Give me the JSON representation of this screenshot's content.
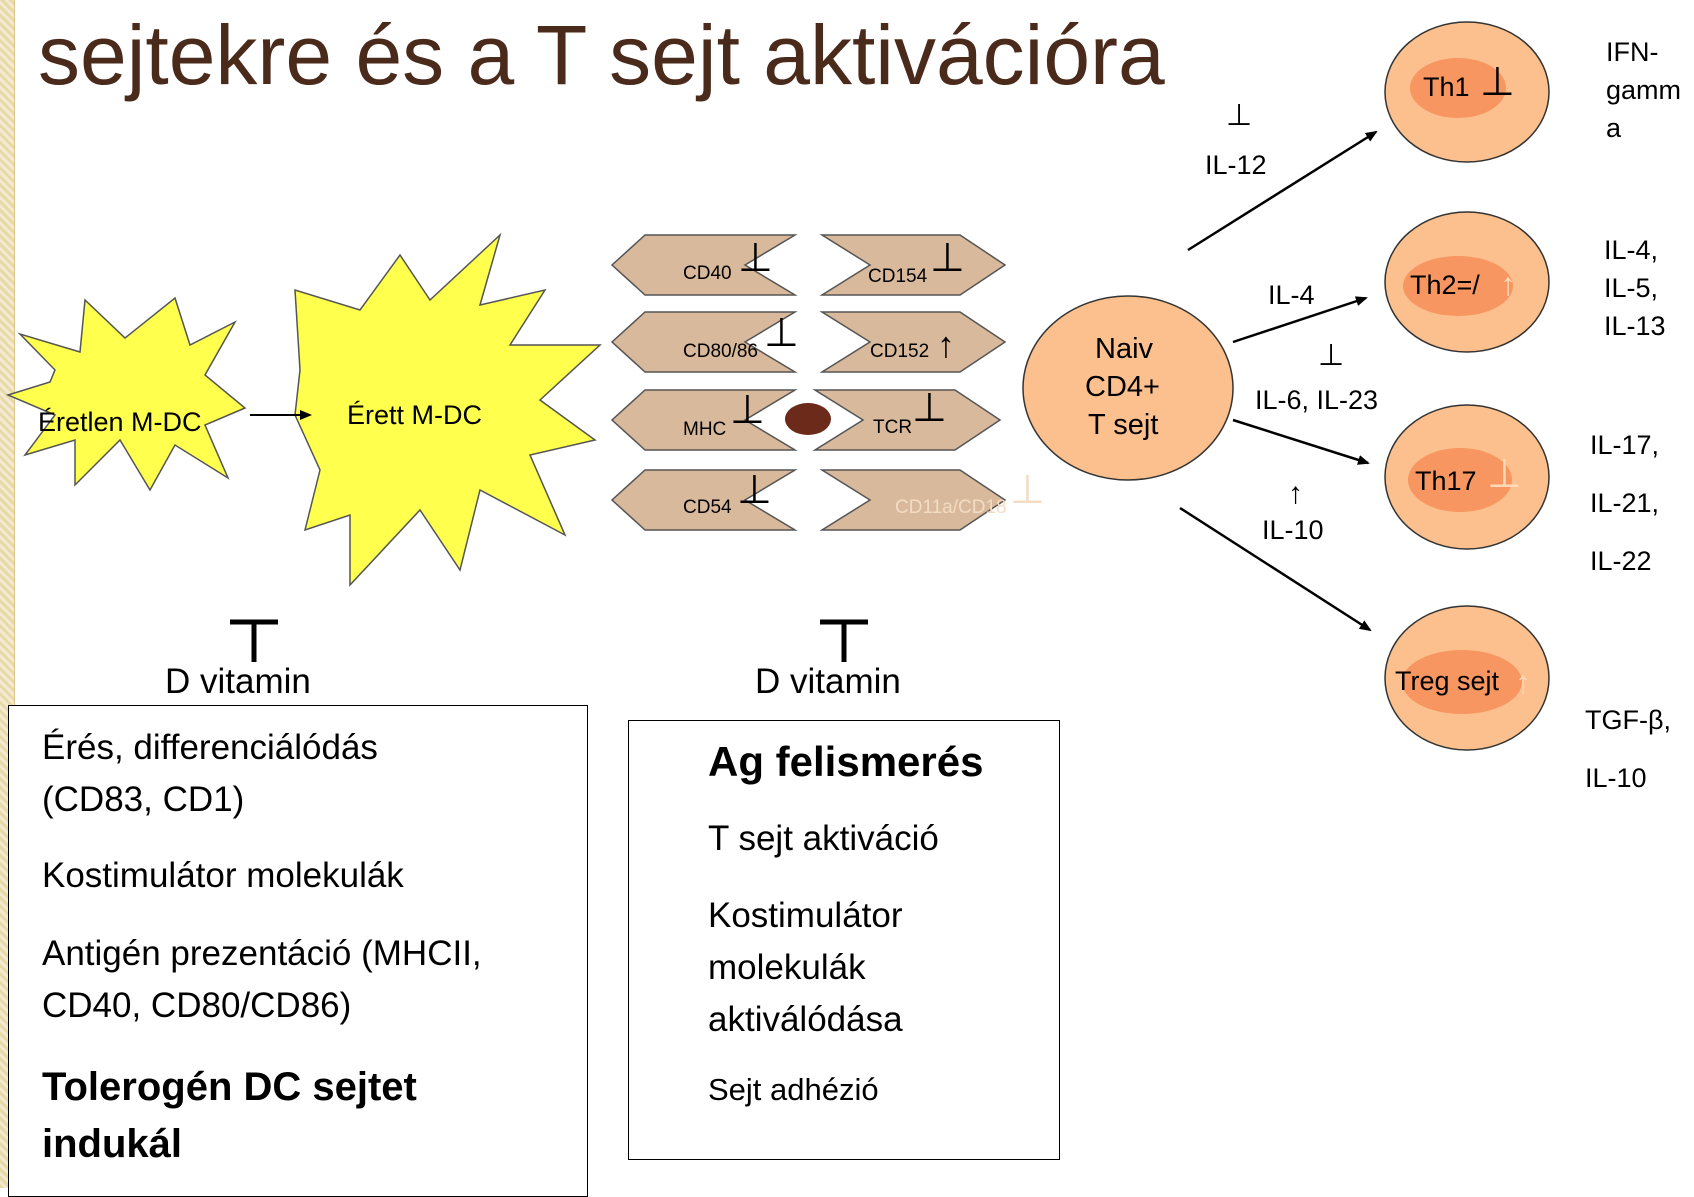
{
  "title": "sejtekre és a T sejt aktivációra",
  "dc": {
    "immature": "Éretlen M-DC",
    "mature": "Érett M-DC"
  },
  "inhibit_symbol": "⊥",
  "up_symbol": "↑",
  "vitamin_left": "D vitamin",
  "vitamin_mid": "D vitamin",
  "molecules": {
    "cd40": "CD40",
    "cd154": "CD154",
    "cd8086": "CD80/86",
    "cd152": "CD152",
    "mhc": "MHC",
    "tcr": "TCR",
    "cd54": "CD54",
    "cd11a": "CD11a/CD18"
  },
  "naive_cell": {
    "line1": "Naiv",
    "line2": "CD4+",
    "line3": "T sejt"
  },
  "cells": {
    "th1": "Th1",
    "th2": "Th2=/",
    "th17": "Th17",
    "treg": "Treg sejt"
  },
  "arrow_labels": {
    "il12": "IL-12",
    "il4": "IL-4",
    "il623": "IL-6, IL-23",
    "il10": "IL-10"
  },
  "cytokines": {
    "th1_line1": "IFN-",
    "th1_line2": "gamm",
    "th1_line3": "a",
    "th2_line1": "IL-4,",
    "th2_line2": "IL-5,",
    "th2_line3": "IL-13",
    "th17_line1": "IL-17,",
    "th17_line2": "IL-21,",
    "th17_line3": "IL-22",
    "treg_line1": "TGF-β,",
    "treg_line2": "IL-10"
  },
  "left_box": {
    "line1": "Érés, differenciálódás",
    "line2": "(CD83, CD1)",
    "line3": "Kostimulátor molekulák",
    "line4": "Antigén prezentáció (MHCII,",
    "line5": "CD40, CD80/CD86)",
    "bold1": "Tolerogén DC sejtet",
    "bold2": "indukál"
  },
  "mid_box": {
    "heading": "Ag felismerés",
    "line1": "T sejt aktiváció",
    "line2": "Kostimulátor",
    "line3": "molekulák",
    "line4": "aktiválódása",
    "line5": "Sejt adhézió"
  },
  "colors": {
    "title": "#4a2a1a",
    "star": "#ffff4d",
    "molecule": "#d9b99b",
    "naive": "#fbc08d",
    "cell_outer": "#fbc08d",
    "cell_inner": "#f79660",
    "mhc_dot": "#6b2a1a"
  }
}
